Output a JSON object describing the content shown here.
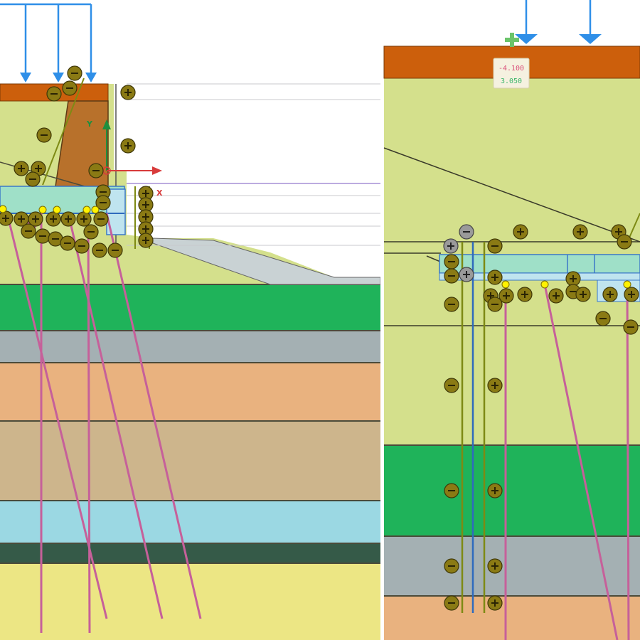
{
  "left_view": {
    "axis_y_label": "Y",
    "axis_x_label": "X",
    "soil_layers": [
      {
        "name": "surface-fill",
        "color": "#d4e08c"
      },
      {
        "name": "green-layer",
        "color": "#1fb35a"
      },
      {
        "name": "grey-layer",
        "color": "#a4b0b3"
      },
      {
        "name": "orange-layer",
        "color": "#e9b27f"
      },
      {
        "name": "tan-layer",
        "color": "#cdb58c"
      },
      {
        "name": "light-blue-layer",
        "color": "#9bd8e3"
      },
      {
        "name": "dark-green-layer",
        "color": "#355a48"
      },
      {
        "name": "bottom-yellow-layer",
        "color": "#ece684"
      }
    ],
    "load_color": "#2f8fe8",
    "pavement_color": "#cc5f0c",
    "wall_color": "#b8712b",
    "anchor_color": "#c6609a",
    "node_color": "#8a7a14"
  },
  "right_view": {
    "coord_x": "-4.100",
    "coord_y": "3.050",
    "coord_x_color": "#d9507a",
    "coord_y_color": "#3ab56a",
    "soil_layers": [
      {
        "name": "surface-fill",
        "color": "#d4e08c"
      },
      {
        "name": "green-layer",
        "color": "#1fb35a"
      },
      {
        "name": "grey-layer",
        "color": "#a4b0b3"
      },
      {
        "name": "orange-layer",
        "color": "#e9b27f"
      }
    ]
  }
}
